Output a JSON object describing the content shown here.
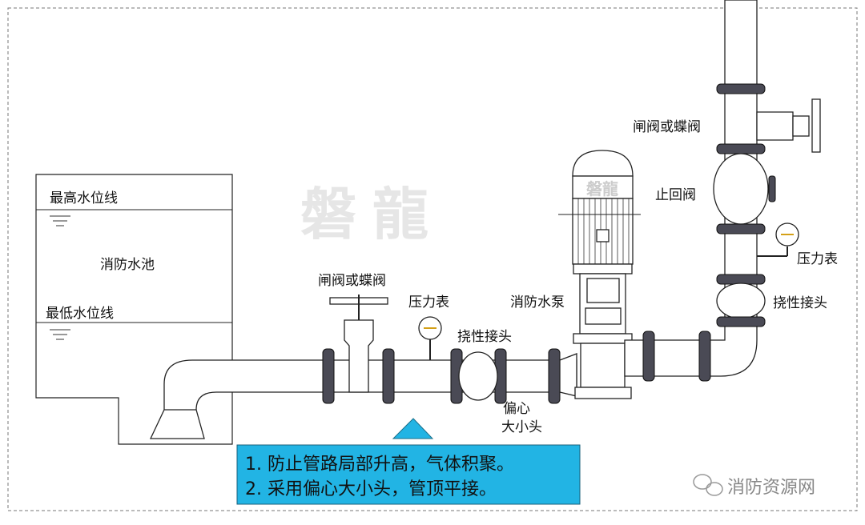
{
  "watermark": "磐龍",
  "pump_brand": "磐龍",
  "labels": {
    "tank": "消防水池",
    "high_water": "最高水位线",
    "low_water": "最低水位线",
    "suction_valve": "闸阀或蝶阀",
    "suction_gauge": "压力表",
    "suction_flex": "挠性接头",
    "pump": "消防水泵",
    "reducer_1": "偏心",
    "reducer_2": "大小头",
    "discharge_valve": "闸阀或蝶阀",
    "check_valve": "止回阀",
    "discharge_gauge": "压力表",
    "discharge_flex": "挠性接头"
  },
  "notes": [
    "1. 防止管路局部升高，气体积聚。",
    "2. 采用偏心大小头，管顶平接。"
  ],
  "logo": "消防资源网",
  "colors": {
    "note_bg": "#22b4e4",
    "flange": "#4a4a55"
  }
}
